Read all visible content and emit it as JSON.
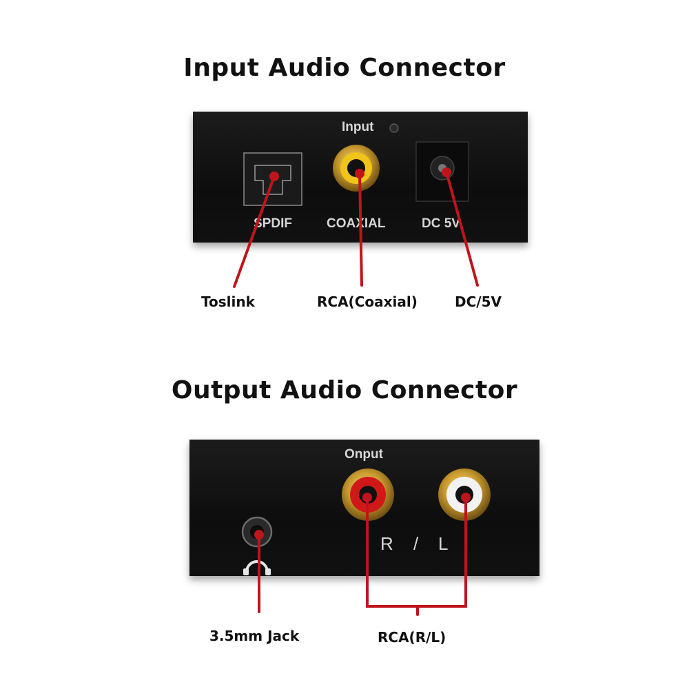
{
  "input_section": {
    "title": "Input Audio Connector",
    "panel_header": "Input",
    "port_labels": [
      "SPDIF",
      "COAXIAL",
      "DC 5V"
    ],
    "callouts": [
      "Toslink",
      "RCA(Coaxial)",
      "DC/5V"
    ]
  },
  "output_section": {
    "title": "Output Audio Connector",
    "panel_header": "Onput",
    "port_labels": [
      "R",
      "/",
      "L"
    ],
    "callouts": [
      "3.5mm Jack",
      "RCA(R/L)"
    ]
  },
  "colors": {
    "pointer": "#c0141c",
    "panel": "#121212",
    "gold": "#c99a2e",
    "rca_yellow": "#f0c419",
    "rca_red": "#d01818",
    "rca_white": "#f2f2f2"
  }
}
